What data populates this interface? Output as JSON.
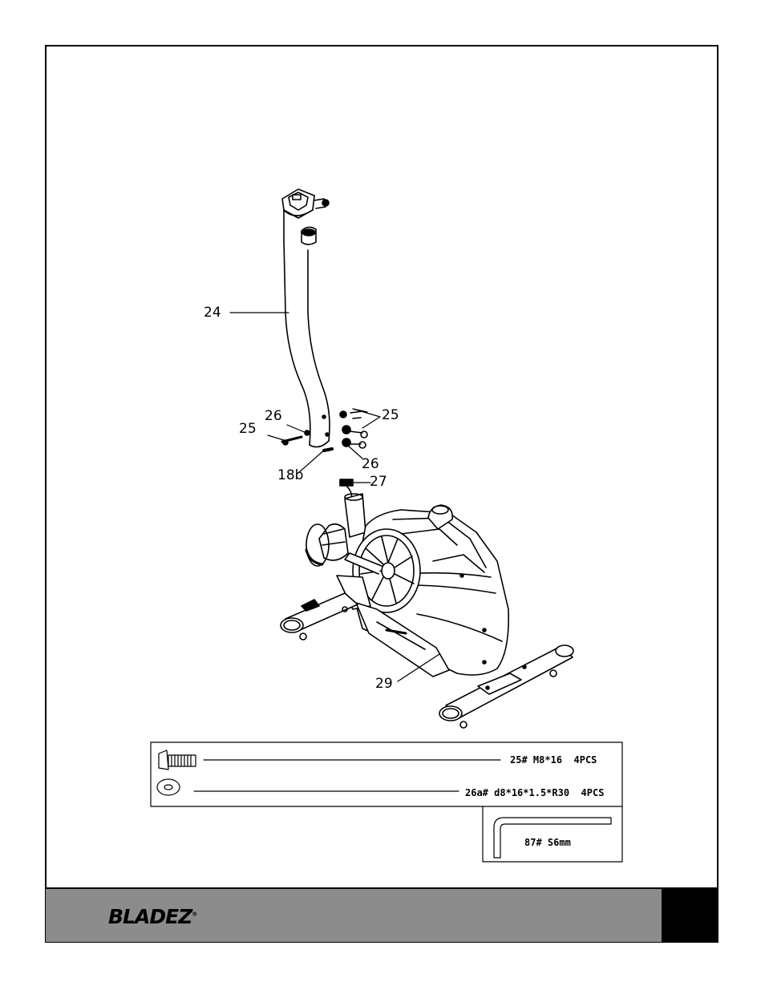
{
  "callouts": {
    "c24": "24",
    "c26_left": "26",
    "c25_left": "25",
    "c25_right": "25",
    "c26_right": "26",
    "c18b": "18b",
    "c27": "27",
    "c29": "29"
  },
  "hardware": {
    "bolt": {
      "part": "25#",
      "spec": "M8*16",
      "qty": "4PCS"
    },
    "washer": {
      "part": "26a#",
      "spec": "d8*16*1.5*R30",
      "qty": "4PCS"
    },
    "wrench": {
      "part": "87#",
      "spec": "S6mm"
    }
  },
  "footer": {
    "logo": "BLADEZ",
    "logo_mark": "®"
  }
}
